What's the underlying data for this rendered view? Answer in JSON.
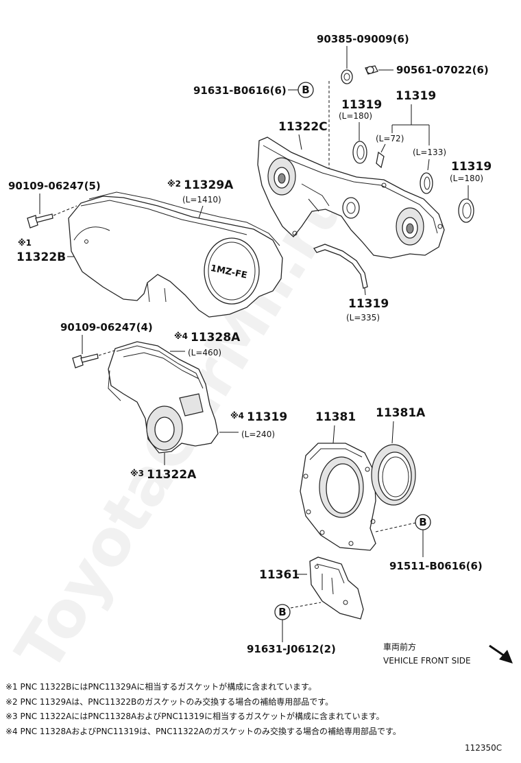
{
  "parts": {
    "p1": "90385-09009(6)",
    "p2": "90561-07022(6)",
    "p3": "91631-B0616(6)",
    "p4": "11319",
    "p4_len": "(L=180)",
    "p5": "11319",
    "p5_len1": "(L=72)",
    "p5_len2": "(L=133)",
    "p6": "11322C",
    "p7": "11319",
    "p7_len": "(L=180)",
    "p8": "90109-06247(5)",
    "p9_mark": "※2",
    "p9": "11329A",
    "p9_len": "(L=1410)",
    "p10_mark": "※1",
    "p10": "11322B",
    "p11": "11319",
    "p11_len": "(L=335)",
    "p12": "90109-06247(4)",
    "p13_mark": "※4",
    "p13": "11328A",
    "p13_len": "(L=460)",
    "p14_mark": "※4",
    "p14": "11319",
    "p14_len": "(L=240)",
    "p15_mark": "※3",
    "p15": "11322A",
    "p16": "11381",
    "p17": "11381A",
    "p18": "91511-B0616(6)",
    "p19": "11361",
    "p20": "91631-J0612(2)"
  },
  "callout_b": "B",
  "cover_logo": "1MZ-FE",
  "direction": {
    "jp": "車両前方",
    "en": "VEHICLE FRONT SIDE"
  },
  "notes": [
    "※1 PNC 11322BにはPNC11329Aに相当するガスケットが構成に含まれています。",
    "※2 PNC 11329Aは、PNC11322Bのガスケットのみ交換する場合の補給専用部品です。",
    "※3 PNC 11322AにはPNC11328AおよびPNC11319に相当するガスケットが構成に含まれています。",
    "※4 PNC 11328AおよびPNC11319は、PNC11322Aのガスケットのみ交換する場合の補給専用部品です。"
  ],
  "diagram_code": "112350C",
  "watermark": "ToyotaCarMir.ru",
  "colors": {
    "line": "#222222",
    "watermark": "#000000"
  }
}
